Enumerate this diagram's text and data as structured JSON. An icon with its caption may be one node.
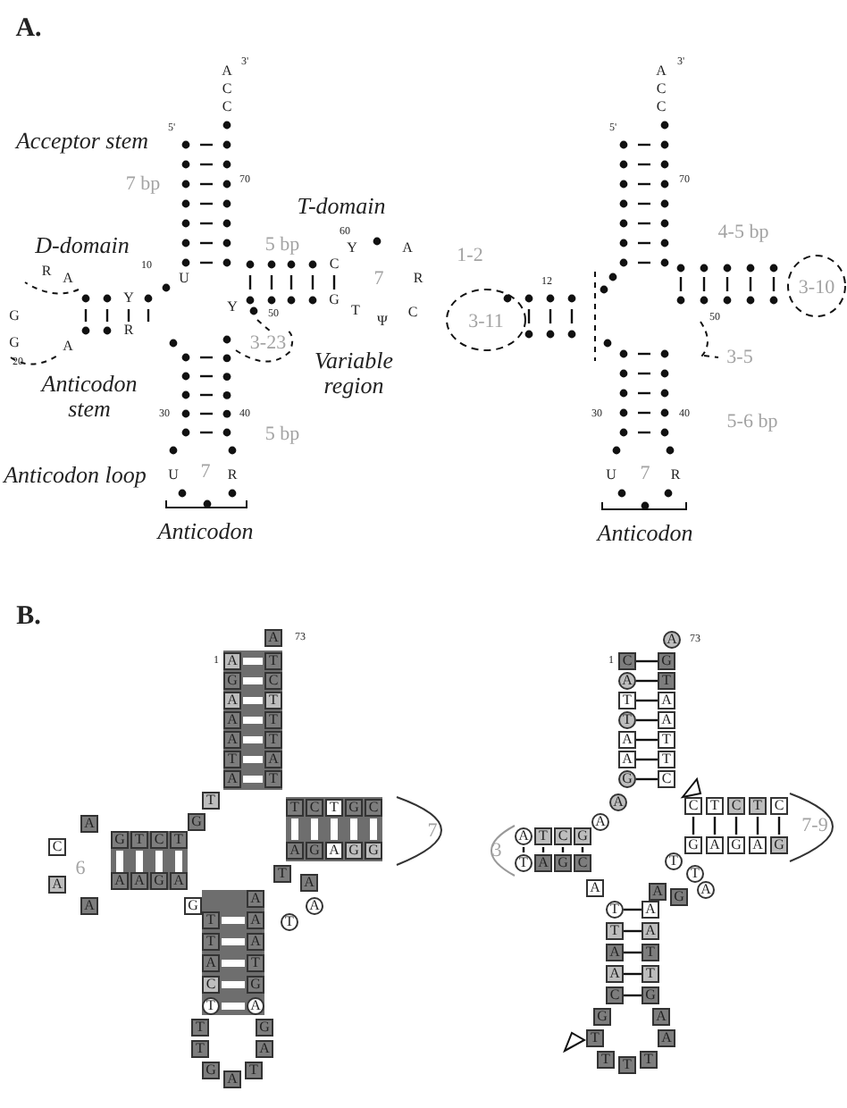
{
  "diagram": {
    "labels": [
      "A.",
      "Acceptor stem",
      "7 bp",
      "T-domain",
      "D-domain",
      "5 bp",
      "7",
      "3-23",
      "Variable region",
      "Anticodon stem",
      "5 bp",
      "Anticodon loop",
      "7",
      "Anticodon",
      "3'",
      "5'",
      "70",
      "10",
      "20",
      "60",
      "50",
      "30",
      "40",
      "A",
      "C",
      "C",
      "U",
      "Y",
      "R",
      "R",
      "A",
      "G",
      "G",
      "A",
      "Y",
      "C",
      "G",
      "Y",
      "A",
      "R",
      "C",
      "Ψ",
      "T",
      "U",
      "R",
      "1-2",
      "4-5 bp",
      "3-10",
      "3-11",
      "3-5",
      "5-6 bp",
      "7",
      "Anticodon",
      "3'",
      "5'",
      "70",
      "12",
      "50",
      "30",
      "40",
      "A",
      "C",
      "C",
      "U",
      "R",
      "B.",
      "73",
      "1",
      "A",
      "A",
      "T",
      "G",
      "C",
      "A",
      "T",
      "A",
      "T",
      "A",
      "T",
      "T",
      "A",
      "A",
      "T",
      "T",
      "G",
      "T",
      "C",
      "T",
      "G",
      "C",
      "A",
      "G",
      "A",
      "G",
      "G",
      "7",
      "A",
      "C",
      "G",
      "T",
      "C",
      "T",
      "6",
      "A",
      "A",
      "A",
      "G",
      "A",
      "A",
      "G",
      "T",
      "A",
      "A",
      "T",
      "A",
      "T",
      "A",
      "T",
      "A",
      "A",
      "T",
      "C",
      "G",
      "T",
      "A",
      "T",
      "T",
      "G",
      "A",
      "T",
      "A",
      "G",
      "A",
      "73",
      "1",
      "C",
      "G",
      "A",
      "T",
      "T",
      "A",
      "T",
      "A",
      "A",
      "T",
      "A",
      "T",
      "G",
      "C",
      "A",
      "A",
      "C",
      "T",
      "C",
      "T",
      "C",
      "G",
      "A",
      "G",
      "A",
      "G",
      "7-9",
      "A",
      "T",
      "C",
      "G",
      "3",
      "T",
      "A",
      "G",
      "C",
      "T",
      "T",
      "A",
      "A",
      "G",
      "A",
      "T",
      "A",
      "T",
      "A",
      "A",
      "T",
      "A",
      "T",
      "C",
      "G",
      "G",
      "T",
      "T",
      "T",
      "T",
      "A",
      "A"
    ]
  }
}
